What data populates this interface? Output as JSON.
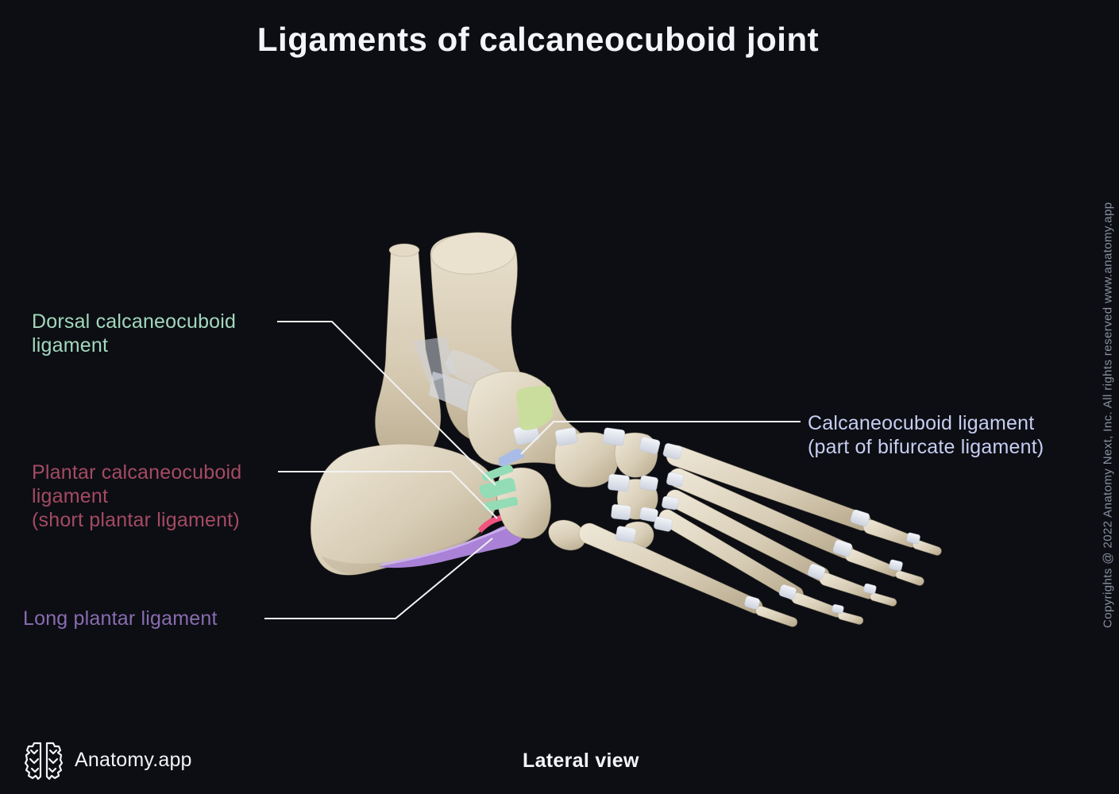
{
  "title": "Ligaments of calcaneocuboid joint",
  "view": {
    "label": "Lateral view"
  },
  "brand": {
    "name": "Anatomy.app",
    "logo_icon": "brain-icon"
  },
  "copyright": {
    "text": "Copyrights @ 2022 Anatomy Next, Inc. All rights reserved www.anatomy.app"
  },
  "colors": {
    "background": "#0c0e13",
    "leader_line": "#f2f2f2",
    "bone": "#d8cdb6",
    "ligament_white": "#e8ecf3"
  },
  "annotations": [
    {
      "id": "dorsal-calcaneocuboid-ligament",
      "lines": [
        "Dorsal calcaneocuboid",
        "ligament"
      ],
      "color": "#a3d8bd",
      "highlight_color": "#93dcb6",
      "side": "left"
    },
    {
      "id": "plantar-calcaneocuboid-ligament",
      "lines": [
        "Plantar calcaneocuboid",
        "ligament",
        "(short plantar ligament)"
      ],
      "color": "#a54a62",
      "highlight_color": "#f2537f",
      "side": "left"
    },
    {
      "id": "long-plantar-ligament",
      "lines": [
        "Long plantar ligament"
      ],
      "color": "#8a6cb2",
      "highlight_color": "#a981d6",
      "side": "left"
    },
    {
      "id": "calcaneocuboid-ligament",
      "lines": [
        "Calcaneocuboid ligament",
        "(part of bifurcate ligament)"
      ],
      "color": "#c7cdf1",
      "highlight_color": "#a9bce8",
      "side": "right"
    }
  ],
  "extra_highlights": [
    {
      "id": "unlabeled-dorsal-band",
      "color": "#c8dd9b"
    }
  ]
}
